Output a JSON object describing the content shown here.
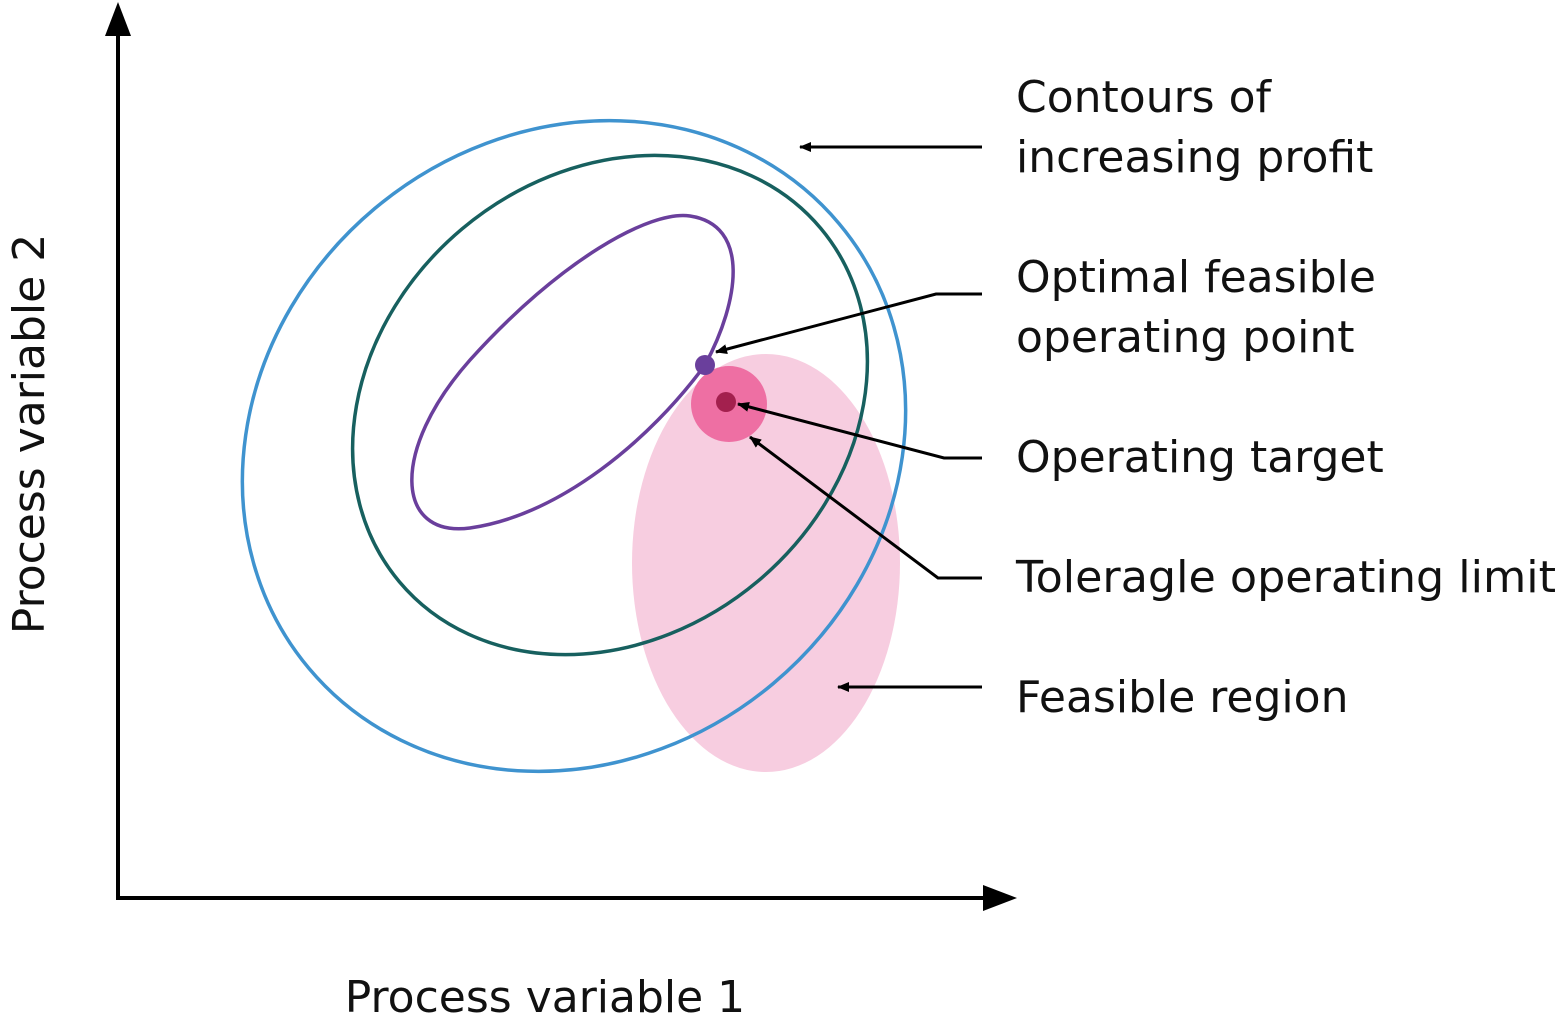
{
  "axes": {
    "x_label": "Process variable 1",
    "y_label": "Process variable 2"
  },
  "annotations": {
    "contours": [
      "Contours of",
      "increasing profit"
    ],
    "optimal_point": [
      "Optimal feasible",
      "operating point"
    ],
    "operating_target": [
      "Operating target"
    ],
    "tolerable_limit": [
      "Toleragle operating limit"
    ],
    "feasible_region": [
      "Feasible region"
    ]
  },
  "colors": {
    "outer_contour": "#3f93cf",
    "middle_contour": "#17605f",
    "inner_contour": "#6a3f9c",
    "feasible_region": "#f7cde0",
    "tolerance_circle": "#ee6fa3",
    "target_point": "#a3204e",
    "optimal_point": "#6a3f9c"
  }
}
